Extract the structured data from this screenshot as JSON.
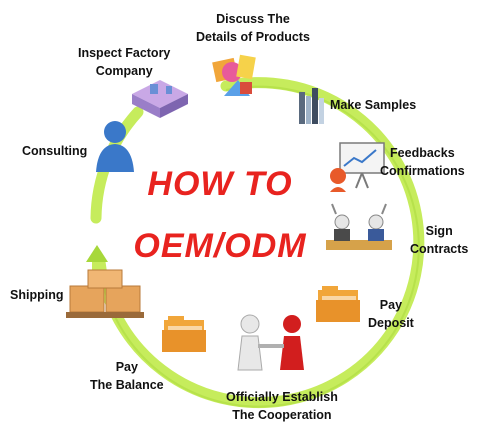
{
  "colors": {
    "ring": "#c6ec5c",
    "ring_dark": "#a7d83a",
    "title": "#e8231f",
    "folder": "#f1a63a",
    "box": "#e6a45c",
    "person_white": "#e8e8e8",
    "person_red": "#d21e1e",
    "consult_blue": "#3a78c9"
  },
  "title": {
    "line1": "HOW TO",
    "line2": "OEM/ODM"
  },
  "steps": [
    {
      "id": "consulting",
      "lines": [
        "Consulting"
      ],
      "icon": "person-icon"
    },
    {
      "id": "inspect",
      "lines": [
        "Inspect Factory",
        "Company"
      ],
      "icon": "factory-icon"
    },
    {
      "id": "discuss",
      "lines": [
        "Discuss The",
        "Details of Products"
      ],
      "icon": "products-icon"
    },
    {
      "id": "samples",
      "lines": [
        "Make Samples"
      ],
      "icon": "binders-icon"
    },
    {
      "id": "feedbacks",
      "lines": [
        "Feedbacks",
        "Confirmations"
      ],
      "icon": "presentation-icon"
    },
    {
      "id": "sign",
      "lines": [
        "Sign",
        "Contracts"
      ],
      "icon": "signing-icon"
    },
    {
      "id": "deposit",
      "lines": [
        "Pay",
        "Deposit"
      ],
      "icon": "folder-icon"
    },
    {
      "id": "establish",
      "lines": [
        "Officially Establish",
        "The Cooperation"
      ],
      "icon": "handshake-icon"
    },
    {
      "id": "balance",
      "lines": [
        "Pay",
        "The Balance"
      ],
      "icon": "folder-icon"
    },
    {
      "id": "shipping",
      "lines": [
        "Shipping"
      ],
      "icon": "boxes-icon"
    }
  ]
}
